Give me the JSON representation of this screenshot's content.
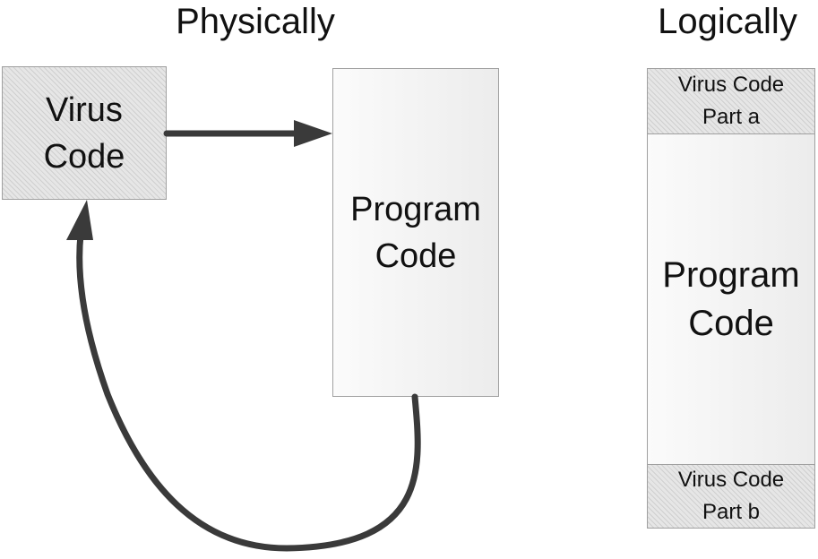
{
  "headings": {
    "physical": "Physically",
    "logical": "Logically"
  },
  "physical": {
    "virus_box": {
      "line1": "Virus",
      "line2": "Code"
    },
    "program_box": {
      "line1": "Program",
      "line2": "Code"
    }
  },
  "logical": {
    "part_a": {
      "line1": "Virus Code",
      "line2": "Part a"
    },
    "program": {
      "line1": "Program",
      "line2": "Code"
    },
    "part_b": {
      "line1": "Virus Code",
      "line2": "Part b"
    }
  },
  "colors": {
    "arrow": "#3a3a3a",
    "border": "#a0a0a0",
    "hatch_fill": "#e6e6e6"
  }
}
